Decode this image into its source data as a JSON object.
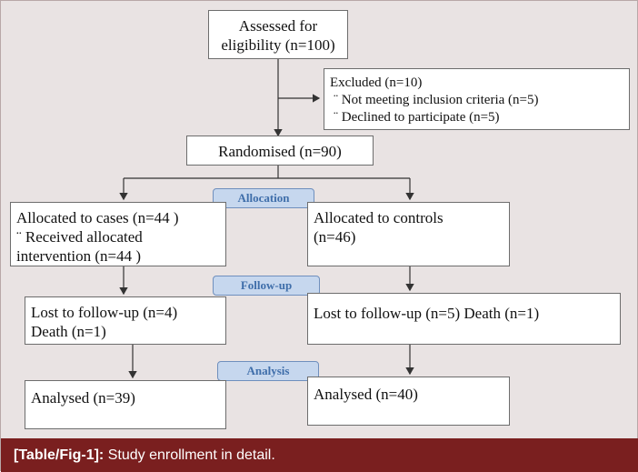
{
  "boxes": {
    "assessed": {
      "line1": "Assessed for",
      "line2": "eligibility (n=100)"
    },
    "excluded": {
      "title": "Excluded (n=10)",
      "item1": "¨  Not meeting inclusion criteria   (n=5)",
      "item2": "¨  Declined to participate  (n=5)"
    },
    "randomised": {
      "label": "Randomised (n=90)"
    },
    "cases": {
      "line1": "Allocated to cases (n=44 )",
      "line2": "¨ Received allocated",
      "line3": "intervention (n=44 )"
    },
    "controls": {
      "line1": "Allocated to controls",
      "line2": "(n=46)"
    },
    "lost_cases": {
      "line1": "Lost to follow-up (n=4)",
      "line2": "Death (n=1)"
    },
    "lost_controls": {
      "line1": "Lost to follow-up (n=5) Death (n=1)"
    },
    "analysed_cases": {
      "label": "Analysed (n=39)"
    },
    "analysed_controls": {
      "label": "Analysed (n=40)"
    }
  },
  "stages": {
    "allocation": "Allocation",
    "followup": "Follow-up",
    "analysis": "Analysis"
  },
  "caption": {
    "ref": "[Table/Fig-1]:",
    "text": "Study enrollment in detail."
  }
}
